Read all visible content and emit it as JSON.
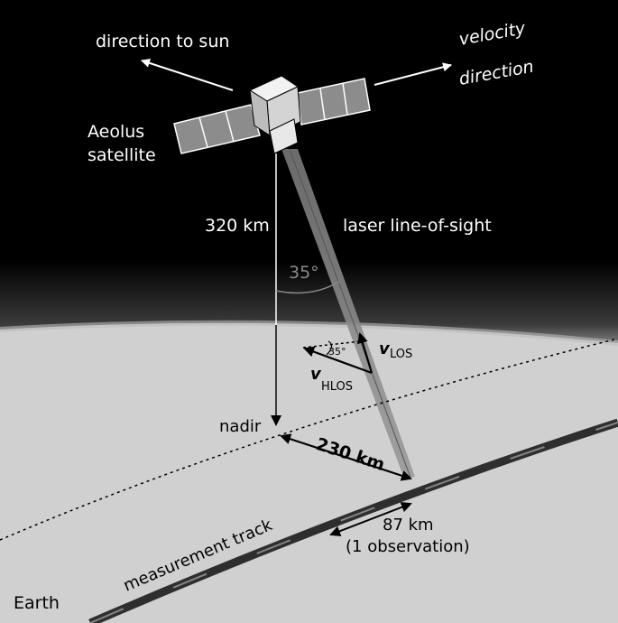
{
  "labels": {
    "direction_to_sun": "direction to sun",
    "velocity_line1": "velocity",
    "velocity_line2": "direction",
    "satellite_line1": "Aeolus",
    "satellite_line2": "satellite",
    "altitude": "320 km",
    "laser_los": "laser line-of-sight",
    "angle_large": "35°",
    "angle_small": "35°",
    "v_los_symbol": "v",
    "v_los_sub": "LOS",
    "v_hlos_symbol": "v",
    "v_hlos_sub": "HLOS",
    "nadir": "nadir",
    "ground_distance": "230 km",
    "observation_distance": "87 km",
    "observation_note": "(1 observation)",
    "measurement_track": "measurement track",
    "earth": "Earth"
  },
  "colors": {
    "space": "#000000",
    "earth_surface": "#cfcfcf",
    "text_on_space": "#ffffff",
    "text_on_earth": "#000000",
    "angle_marker": "#8a8a8a",
    "track": "#3a3a3a"
  }
}
